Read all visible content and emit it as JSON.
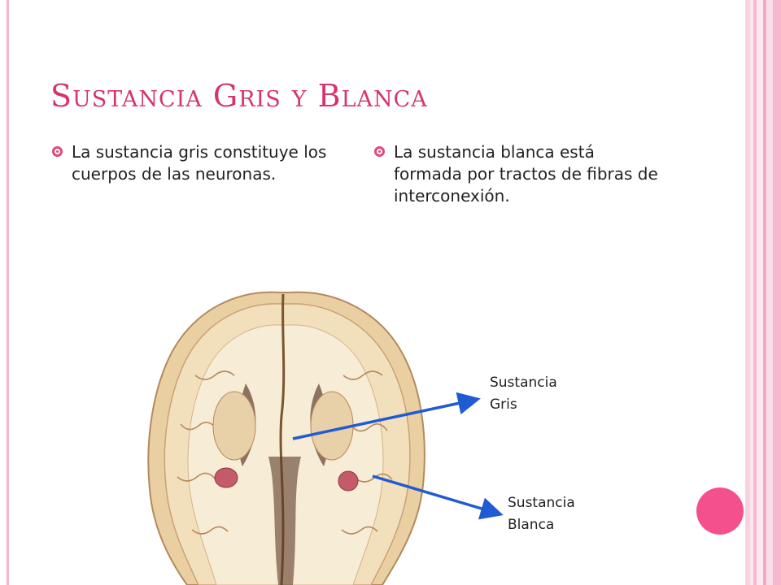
{
  "slide": {
    "title": "Sustancia Gris y Blanca",
    "accent_color": "#d6336f"
  },
  "bullets": [
    {
      "icon": "ring-bullet-icon",
      "text": "La sustancia gris constituye los cuerpos de las neuronas."
    },
    {
      "icon": "ring-bullet-icon",
      "text": "La sustancia blanca está formada por tractos de fibras de interconexión."
    }
  ],
  "figure": {
    "image": "brain-cross-section-icon",
    "labels": {
      "gris": [
        "Sustancia",
        "Gris"
      ],
      "blanca": [
        "Sustancia",
        "Blanca"
      ]
    },
    "arrow_color": "#1f5bd1"
  }
}
